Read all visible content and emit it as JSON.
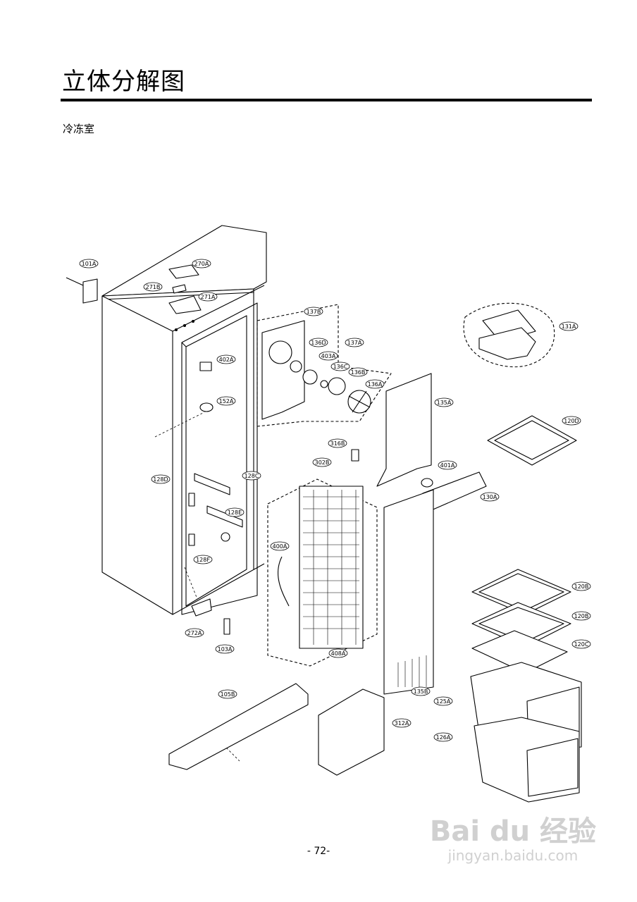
{
  "page": {
    "title": "立体分解图",
    "subtitle": "冷冻室",
    "page_number": "- 72-"
  },
  "watermark": {
    "brand": "Bai du 经验",
    "url": "jingyan.baidu.com"
  },
  "callouts": {
    "c101A": "101A",
    "c270A": "270A",
    "c271B": "271B",
    "c271A": "271A",
    "c137B": "137B",
    "c136D": "136D",
    "c137A": "137A",
    "c403A": "403A",
    "c136C": "136C",
    "c136B": "136B",
    "c136A": "136A",
    "c131A": "131A",
    "c402A": "402A",
    "c152A": "152A",
    "c135A": "135A",
    "c120D": "120D",
    "c316B": "316B",
    "c302B": "302B",
    "c401A": "401A",
    "c128C": "128C",
    "c128D": "128D",
    "c130A": "130A",
    "c128E": "128E",
    "c400A": "400A",
    "c128F": "128F",
    "c120B1": "120B",
    "c120B2": "120B",
    "c272A": "272A",
    "c120C": "120C",
    "c103A": "103A",
    "c408A": "408A",
    "c135B": "135B",
    "c105B": "105B",
    "c125A": "125A",
    "c312A": "312A",
    "c126A": "126A"
  }
}
